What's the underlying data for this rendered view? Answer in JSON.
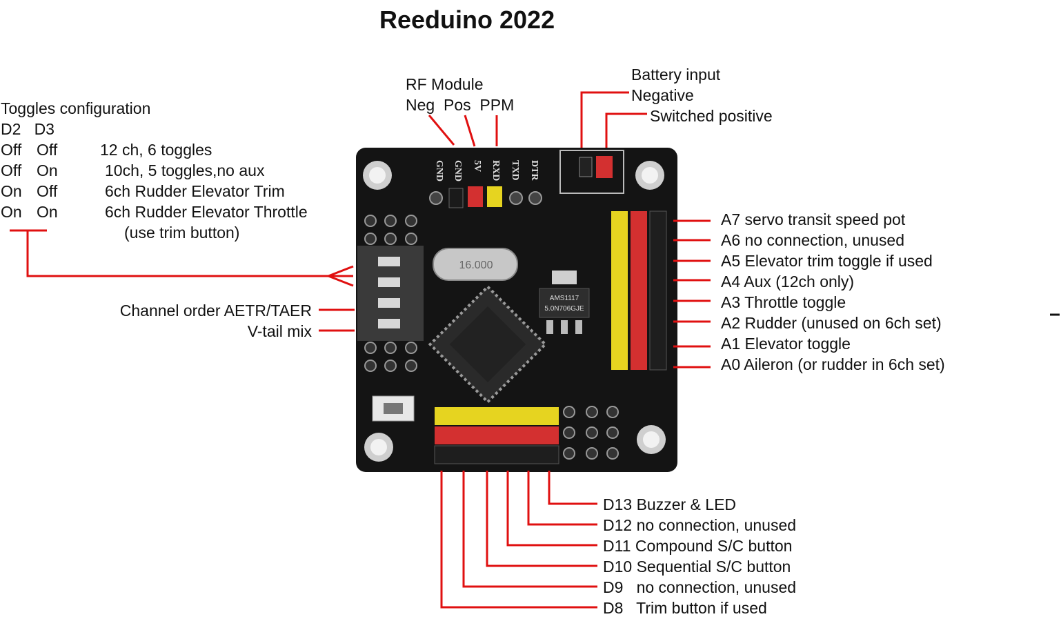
{
  "title": "Reeduino 2022",
  "rf_module": {
    "heading": "RF Module",
    "pins": "Neg  Pos  PPM"
  },
  "battery": {
    "line1": "Battery input",
    "line2": "Negative",
    "line3": "Switched positive"
  },
  "toggles": {
    "heading": "Toggles configuration",
    "columns": "D2   D3",
    "rows": [
      {
        "d2": "Off",
        "d3": "Off",
        "desc": "12 ch, 6 toggles"
      },
      {
        "d2": "Off",
        "d3": "On",
        "desc": "10ch, 5 toggles,no aux"
      },
      {
        "d2": "On",
        "d3": "Off",
        "desc": "6ch Rudder Elevator Trim"
      },
      {
        "d2": "On",
        "d3": "On",
        "desc": "6ch Rudder Elevator Throttle"
      }
    ],
    "note": "(use trim button)"
  },
  "dip_labels": {
    "channel_order": "Channel order AETR/TAER",
    "vtail": "V-tail mix"
  },
  "analog_pins": [
    "A7 servo transit speed pot",
    "A6 no connection, unused",
    "A5 Elevator trim toggle if used",
    "A4 Aux (12ch only)",
    "A3 Throttle toggle",
    "A2 Rudder (unused on 6ch set)",
    "A1 Elevator toggle",
    "A0 Aileron (or rudder in 6ch set)"
  ],
  "digital_pins": [
    "D13 Buzzer & LED",
    "D12 no connection, unused",
    "D11 Compound S/C button",
    "D10 Sequential S/C button",
    "D9   no connection, unused",
    "D8   Trim button if used"
  ],
  "board": {
    "header_labels": [
      "GND",
      "GND",
      "5V",
      "RXD",
      "TXD",
      "DTR"
    ],
    "crystal": "16.000",
    "regulator": "AMS1117\n5.0N706GJE",
    "colors": {
      "board": "#121212",
      "red_pin": "#d33030",
      "yellow_pin": "#e6d420",
      "leader": "#e01010"
    }
  }
}
